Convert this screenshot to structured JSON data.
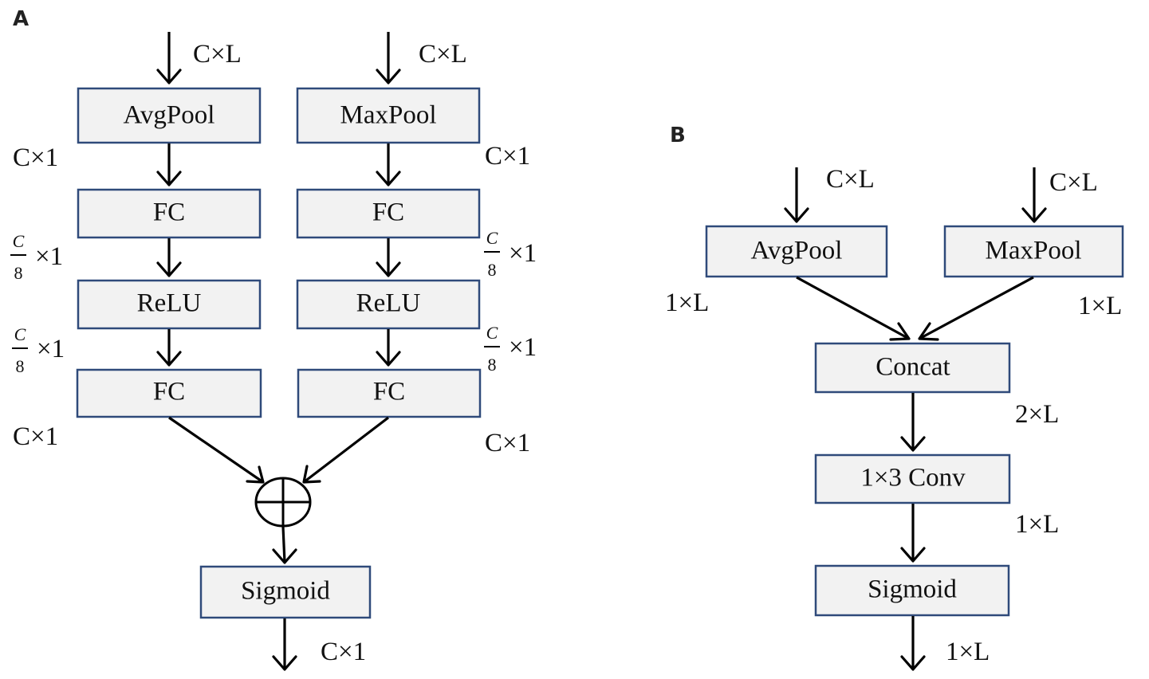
{
  "panels": {
    "a": {
      "label": "A",
      "left_input_dim": "C×L",
      "right_input_dim": "C×L",
      "left_boxes": [
        "AvgPool",
        "FC",
        "ReLU",
        "FC"
      ],
      "right_boxes": [
        "MaxPool",
        "FC",
        "ReLU",
        "FC"
      ],
      "left_dims": {
        "after_pool": "C×1",
        "after_fc1": {
          "num": "C",
          "den": "8",
          "suffix": "×1"
        },
        "after_relu": {
          "num": "C",
          "den": "8",
          "suffix": "×1"
        },
        "after_fc2": "C×1"
      },
      "right_dims": {
        "after_pool": "C×1",
        "after_fc1": {
          "num": "C",
          "den": "8",
          "suffix": "×1"
        },
        "after_relu": {
          "num": "C",
          "den": "8",
          "suffix": "×1"
        },
        "after_fc2": "C×1"
      },
      "sigmoid_box": "Sigmoid",
      "output_dim": "C×1"
    },
    "b": {
      "label": "B",
      "left_input_dim": "C×L",
      "right_input_dim": "C×L",
      "avgpool_box": "AvgPool",
      "maxpool_box": "MaxPool",
      "avgpool_out_dim": "1×L",
      "maxpool_out_dim": "1×L",
      "concat_box": "Concat",
      "concat_out_dim": "2×L",
      "conv_box": "1×3 Conv",
      "conv_out_dim": "1×L",
      "sigmoid_box": "Sigmoid",
      "output_dim": "1×L"
    }
  }
}
